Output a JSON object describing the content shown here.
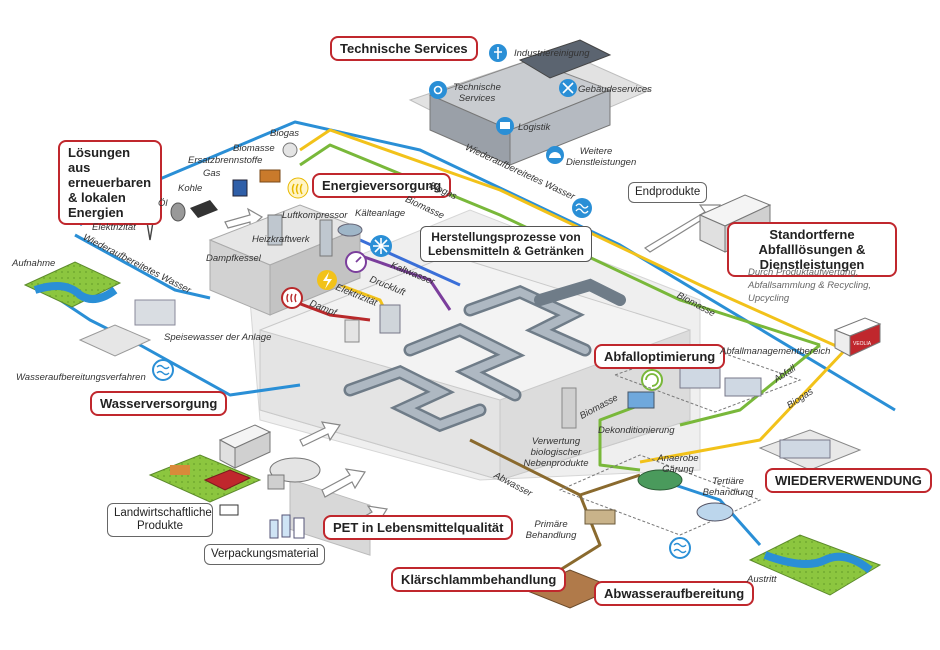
{
  "boxes": {
    "technical_services": "Technische Services",
    "renewables": "Lösungen aus erneuerbaren & lokalen Energien",
    "energy_supply": "Energieversorgung",
    "manufacturing": "Herstellungsprozesse von Lebensmitteln & Getränken",
    "end_products": "Endprodukte",
    "offsite_waste": "Standortferne Abfalllösungen & Dienstleistungen",
    "waste_optimization": "Abfalloptimierung",
    "water_supply": "Wasserversorgung",
    "agricultural_products": "Landwirtschaftliche Produkte",
    "packaging_material": "Verpackungsmaterial",
    "pet_food_grade": "PET in Lebensmittelqualität",
    "reuse": "WIEDERVERWENDUNG",
    "sludge_treatment": "Klärschlammbehandlung",
    "wastewater_treatment": "Abwasseraufbereitung"
  },
  "offsite_note": [
    "Durch Produktaufwertung,",
    "Abfallsammlung & Recycling,",
    "Upcycling"
  ],
  "labels": {
    "industrial_cleaning": "Industriereinigung",
    "technical_services_bldg": "Technische Services",
    "building_services": "Gebäudeservices",
    "logistics": "Logistik",
    "more_services": "Weitere Dienstleistungen",
    "recycled_water_top": "Wiederaufbereitetes Wasser",
    "biogas": "Biogas",
    "biomass": "Biomasse",
    "substitute_fuels": "Ersatzbrennstoffe",
    "gas": "Gas",
    "oil": "Öl",
    "coal": "Kohle",
    "electricity": "Elektrizität",
    "recycled_water_left": "Wiederaufbereitetes Wasser",
    "air_compressor": "Luftkompressor",
    "cooling_plant": "Kälteanlage",
    "cogeneration": "Heizkraftwerk",
    "steam_boiler": "Dampfkessel",
    "cold_water": "Kaltwasser",
    "compressed_air": "Druckluft",
    "electricity_mid": "Elektrizität",
    "steam": "Dampf",
    "intake": "Aufnahme",
    "feed_water": "Speisewasser der Anlage",
    "water_treatment_process": "Wasseraufbereitungsverfahren",
    "biomass_mid": "Biomasse",
    "biogas_right": "Biogas",
    "waste": "Abfall",
    "waste_mgmt_area": "Abfallmanagementbereich",
    "biomass_lower": "Biomasse",
    "deconditioning": "Dekonditionierung",
    "byproducts": "Verwertung biologischer Nebenprodukte",
    "wastewater": "Abwasser",
    "anaerobic": "Anaerobe Gärung",
    "tertiary": "Tertiäre Behandlung",
    "primary": "Primäre Behandlung",
    "outlet": "Austritt",
    "truck_brand": "VEOLIA"
  },
  "colors": {
    "accent_red": "#c0272d",
    "water_blue": "#2a8fd6",
    "biogas_yellow": "#f2c21a",
    "biomass_green": "#79b83a",
    "wastewater_brown": "#8a6a2e",
    "coldwater_blue": "#3a6fd8",
    "compressed_air_purple": "#7b3e9c",
    "steam_red": "#b8282a"
  },
  "icons": [
    "industrial-cleaning-icon",
    "gear-icon",
    "tools-icon",
    "logistics-icon",
    "worker-helmet-icon",
    "heat-icon",
    "snowflake-icon",
    "pressure-gauge-icon",
    "lightning-icon",
    "recycle-icon",
    "water-wave-icon"
  ]
}
